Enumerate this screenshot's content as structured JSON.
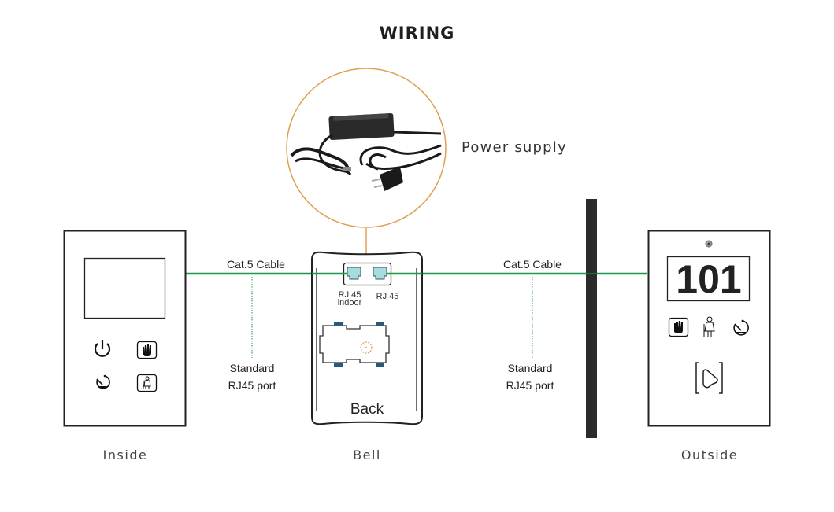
{
  "title": "WIRING",
  "power_supply": {
    "label": "Power supply",
    "icon": "power-adapter-photo"
  },
  "cables": [
    {
      "label": "Cat.5 Cable",
      "port_label_line1": "Standard",
      "port_label_line2": "RJ45 port"
    },
    {
      "label": "Cat.5 Cable",
      "port_label_line1": "Standard",
      "port_label_line2": "RJ45 port"
    }
  ],
  "devices": {
    "inside": {
      "caption": "Inside",
      "buttons": [
        "power-icon",
        "do-not-disturb-hand-icon",
        "waiting-timer-icon",
        "cleaning-maid-icon"
      ]
    },
    "bell": {
      "caption": "Bell",
      "back_label": "Back",
      "ports": [
        {
          "line1": "RJ 45",
          "line2": "indoor"
        },
        {
          "line1": "RJ 45",
          "line2": ""
        }
      ]
    },
    "outside": {
      "caption": "Outside",
      "room_number": "101",
      "buttons": [
        "do-not-disturb-hand-icon",
        "cleaning-maid-icon",
        "waiting-timer-icon",
        "doorbell-icon"
      ]
    }
  },
  "colors": {
    "cable": "#1a9a4a",
    "power_line": "#e0a050",
    "port_fill": "#a8dcdc",
    "clip": "#2a5a7a",
    "wall": "#2b2b2b"
  }
}
